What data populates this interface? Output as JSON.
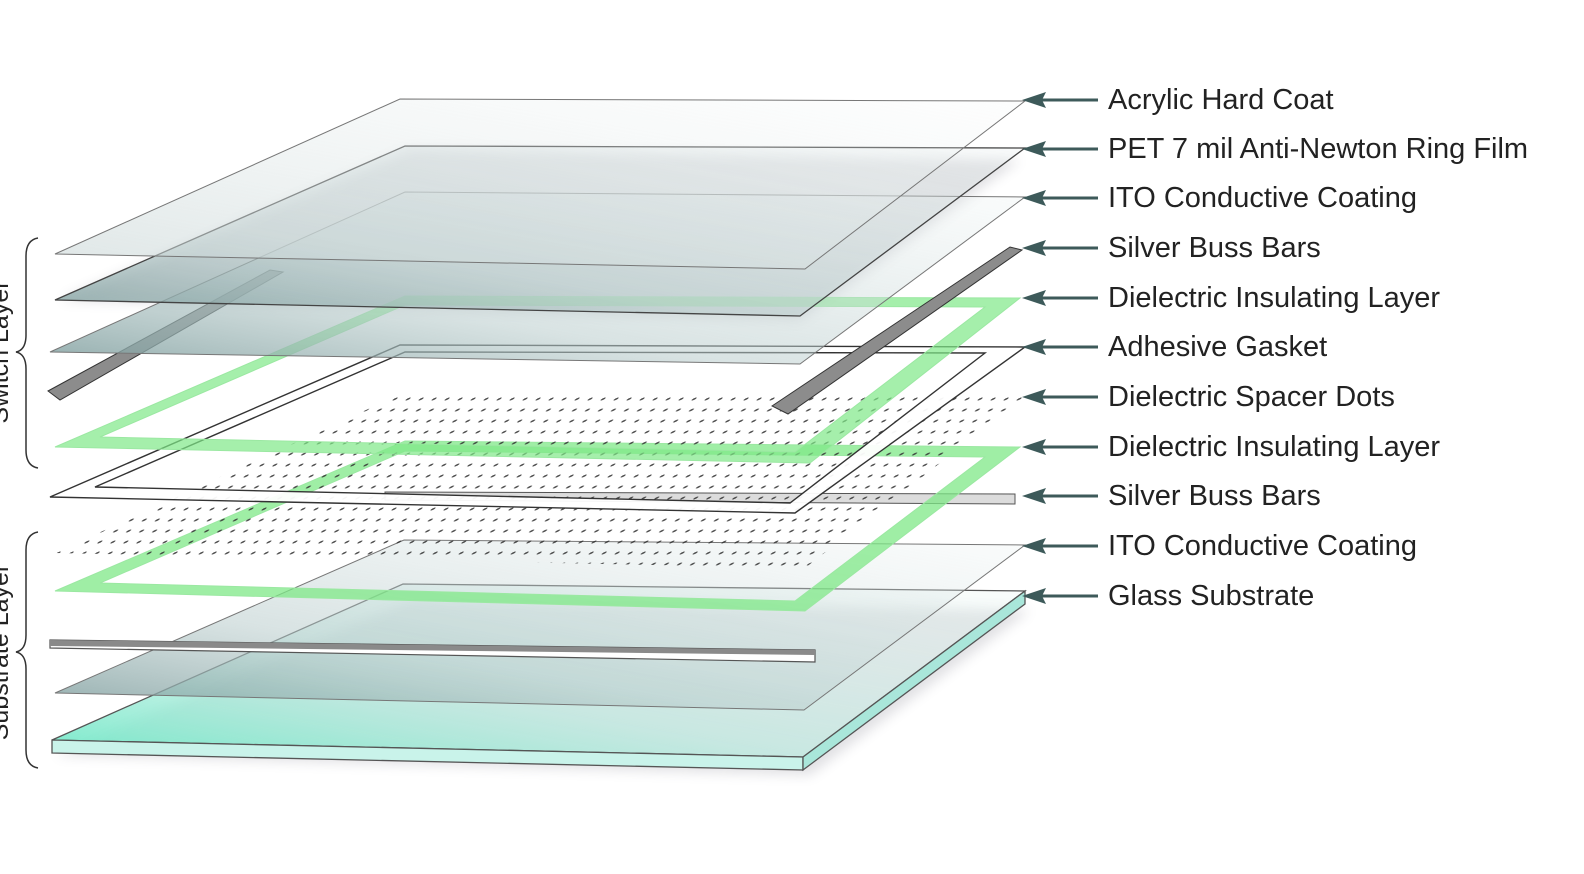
{
  "labels": [
    "Acrylic Hard Coat",
    "PET 7 mil Anti-Newton Ring Film",
    "ITO Conductive Coating",
    "Silver Buss Bars",
    "Dielectric Insulating Layer",
    "Adhesive Gasket",
    "Dielectric Spacer Dots",
    "Dielectric Insulating Layer",
    "Silver Buss Bars",
    "ITO Conductive Coating",
    "Glass Substrate"
  ],
  "groups": {
    "switch": "Switch Layer",
    "substrate": "Substrate Layer"
  },
  "colors": {
    "arrow": "#3d5a5a",
    "film": "#9fb6b6",
    "insulator": "#6fe07a",
    "glass": "#8ff0d4",
    "silver": "#7a7a7a"
  }
}
